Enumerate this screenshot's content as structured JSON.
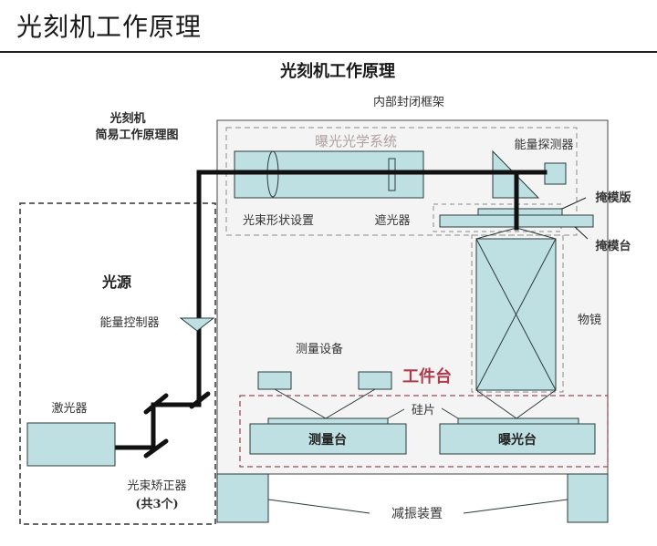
{
  "page": {
    "title": "光刻机工作原理"
  },
  "diagram": {
    "main_title": "光刻机工作原理",
    "subtitle_line1": "光刻机",
    "subtitle_line2": "简易工作原理图",
    "labels": {
      "enclosure": "内部封闭框架",
      "exposure_optics": "曝光光学系统",
      "energy_detector": "能量探测器",
      "beam_shaping": "光束形状设置",
      "shutter": "遮光器",
      "mask": "掩模版",
      "mask_stage": "掩模台",
      "light_source": "光源",
      "energy_controller": "能量控制器",
      "objective_lens": "物镜",
      "measurement_equipment": "测量设备",
      "wafer_stage_group": "工件台",
      "wafer": "硅片",
      "measurement_stage": "测量台",
      "exposure_stage": "曝光台",
      "laser": "激光器",
      "beam_corrector_line1": "光束矫正器",
      "beam_corrector_line2": "(共3个)",
      "vibration_damper": "减振装置"
    },
    "colors": {
      "component_fill": "#bfe0e2",
      "component_stroke": "#2a3a3a",
      "beam": "#111111",
      "enclosure_fill": "#f4f4f4",
      "dashed_gray": "#8a8a8a",
      "optics_label": "#b0a0a0",
      "stage_red": "#b03a4a",
      "text": "#2a2a2a"
    }
  }
}
